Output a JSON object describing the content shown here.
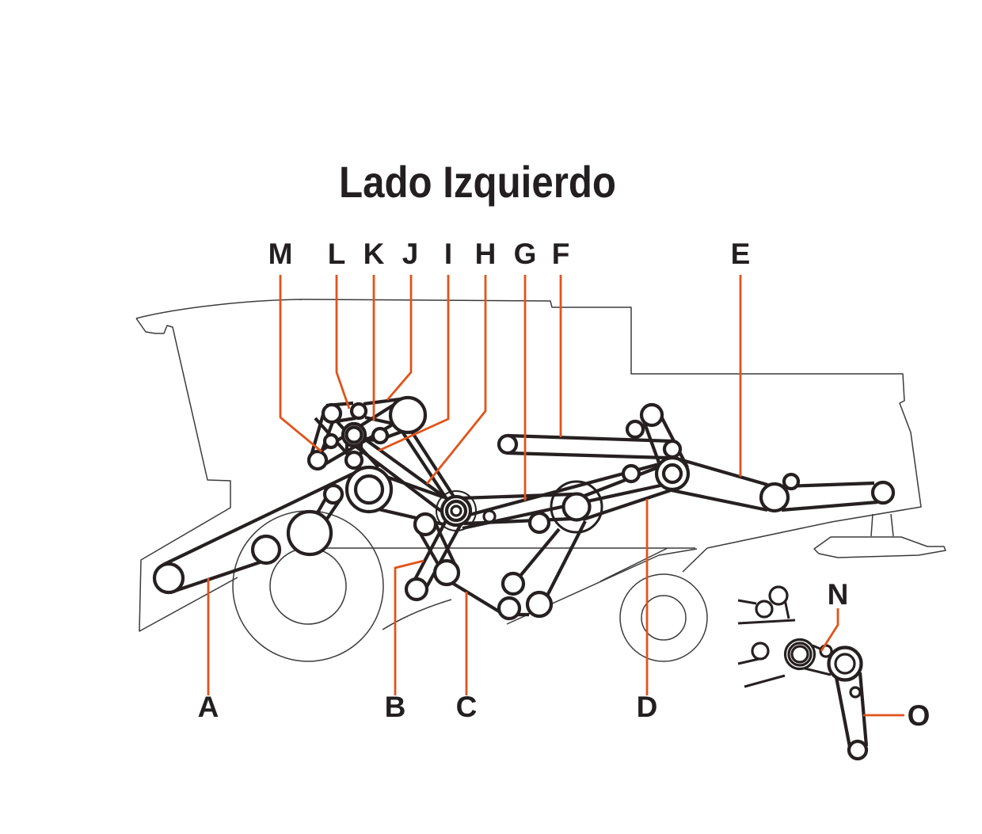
{
  "title": "Lado Izquierdo",
  "diagram_type": "combine-harvester left-side belt routing diagram",
  "colors": {
    "background": "#ffffff",
    "leader_line": "#e2531a",
    "belt_line": "#262021",
    "body_outline": "#3b3b3a",
    "label_text": "#231f20"
  },
  "labels": {
    "top": [
      "M",
      "L",
      "K",
      "J",
      "I",
      "H",
      "G",
      "F",
      "E"
    ],
    "bottom": [
      "A",
      "B",
      "C",
      "D"
    ],
    "inset": [
      "N",
      "O"
    ]
  }
}
